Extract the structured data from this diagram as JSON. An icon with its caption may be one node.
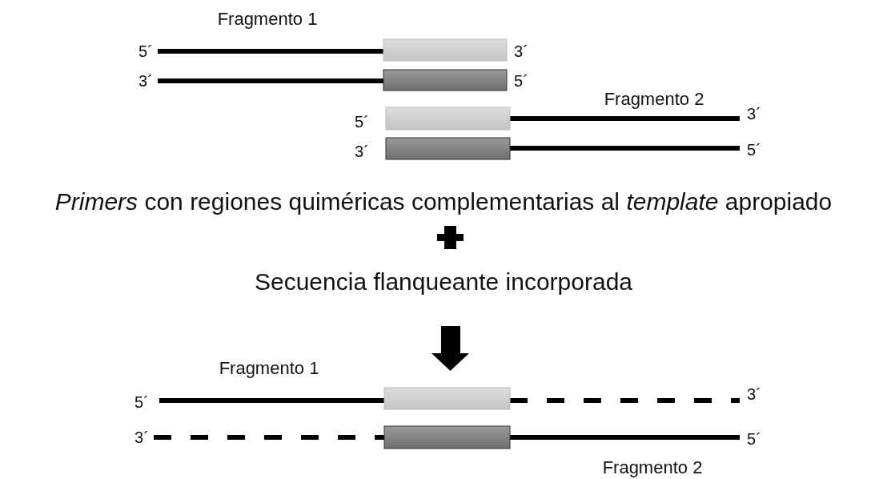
{
  "diagram": {
    "labels": [
      "Fragmento 1",
      "5´",
      "3´",
      "3´",
      "5´",
      "Fragmento 2",
      "5´",
      "3´",
      "3´",
      "5´",
      "*Primers* con regiones quiméricas complementarias al *template* apropiado",
      "Secuencia flanqueante incorporada",
      "Fragmento 1",
      "5´",
      "3´",
      "3´",
      "5´",
      "Fragmento 2"
    ]
  }
}
